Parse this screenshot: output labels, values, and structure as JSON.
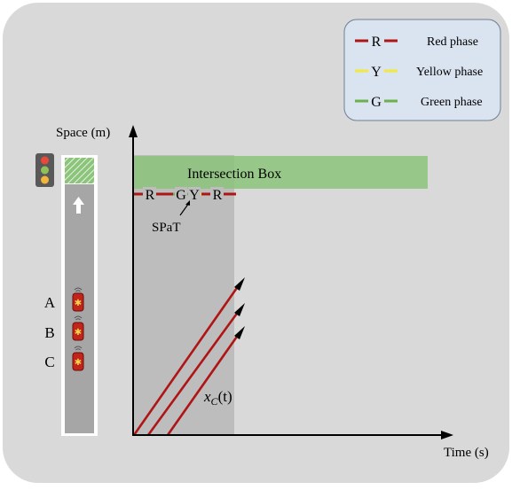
{
  "legend": {
    "items": [
      {
        "letter": "R",
        "label": "Red phase",
        "color": "#b01515"
      },
      {
        "letter": "Y",
        "label": "Yellow phase",
        "color": "#f2ea3a"
      },
      {
        "letter": "G",
        "label": "Green phase",
        "color": "#6ab04c"
      }
    ]
  },
  "axes": {
    "y_label": "Space (m)",
    "x_label": "Time (s)"
  },
  "intersection_box": {
    "label": "Intersection Box",
    "color": "#8bc47a"
  },
  "signal_timeline": {
    "letters": [
      "R",
      "G",
      "Y",
      "R"
    ],
    "spat_label": "SPaT"
  },
  "vehicles": {
    "labels": [
      "A",
      "B",
      "C"
    ]
  },
  "trajectory_label": {
    "var": "x",
    "sub": "C",
    "arg": "(t)"
  },
  "colors": {
    "background": "#d9d9d9",
    "red_phase": "#b01515",
    "yellow_phase": "#f2ea3a",
    "green_phase": "#6ab04c",
    "legend_fill": "#dae3f0",
    "shaded_region": "#bdbdbd",
    "road": "#a6a6a6"
  }
}
